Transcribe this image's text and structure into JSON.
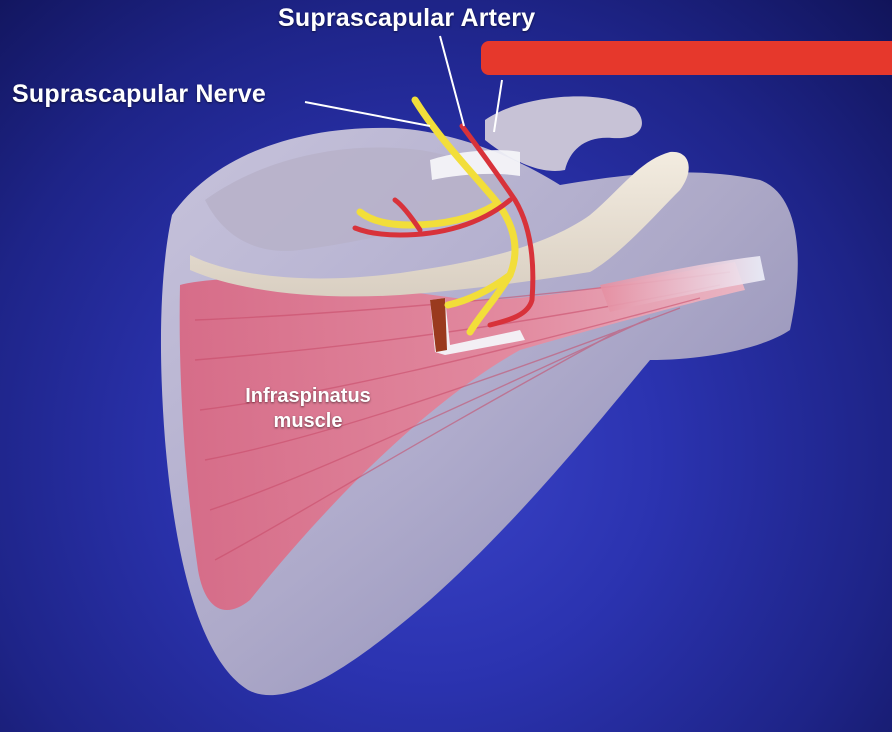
{
  "labels": {
    "artery": "Suprascapular Artery",
    "nerve": "Suprascapular Nerve",
    "muscle_line1": "Infraspinatus",
    "muscle_line2": "muscle"
  },
  "colors": {
    "background": "#2b33b0",
    "bone": "#c9c4d6",
    "muscle": "#e4788f",
    "nerve": "#f2de3a",
    "artery": "#d8323a",
    "redaction": "#e6382c"
  }
}
